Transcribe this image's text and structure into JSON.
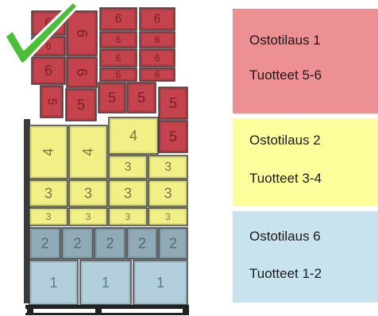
{
  "colors": {
    "red": "#ec9093",
    "yellow": "#fdfd9c",
    "blue": "#c9e3ee",
    "box_red": "#c4434c",
    "box_yellow": "#f0f086",
    "box_blue": "#90aab6",
    "box_blue_light": "#b2cfdb",
    "check": "#4bbe3a"
  },
  "legend": [
    {
      "title": "Ostotilaus 1",
      "subtitle": "Tuotteet 5-6",
      "color_key": "red"
    },
    {
      "title": "Ostotilaus 2",
      "subtitle": "Tuotteet 3-4",
      "color_key": "yellow"
    },
    {
      "title": "Ostotilaus 6",
      "subtitle": "Tuotteet 1-2",
      "color_key": "blue"
    }
  ],
  "box_labels": {
    "product_1": "1",
    "product_2": "2",
    "product_3": "3",
    "product_4": "4",
    "product_5": "5",
    "product_6": "6"
  },
  "status_icon": "checkmark-icon"
}
